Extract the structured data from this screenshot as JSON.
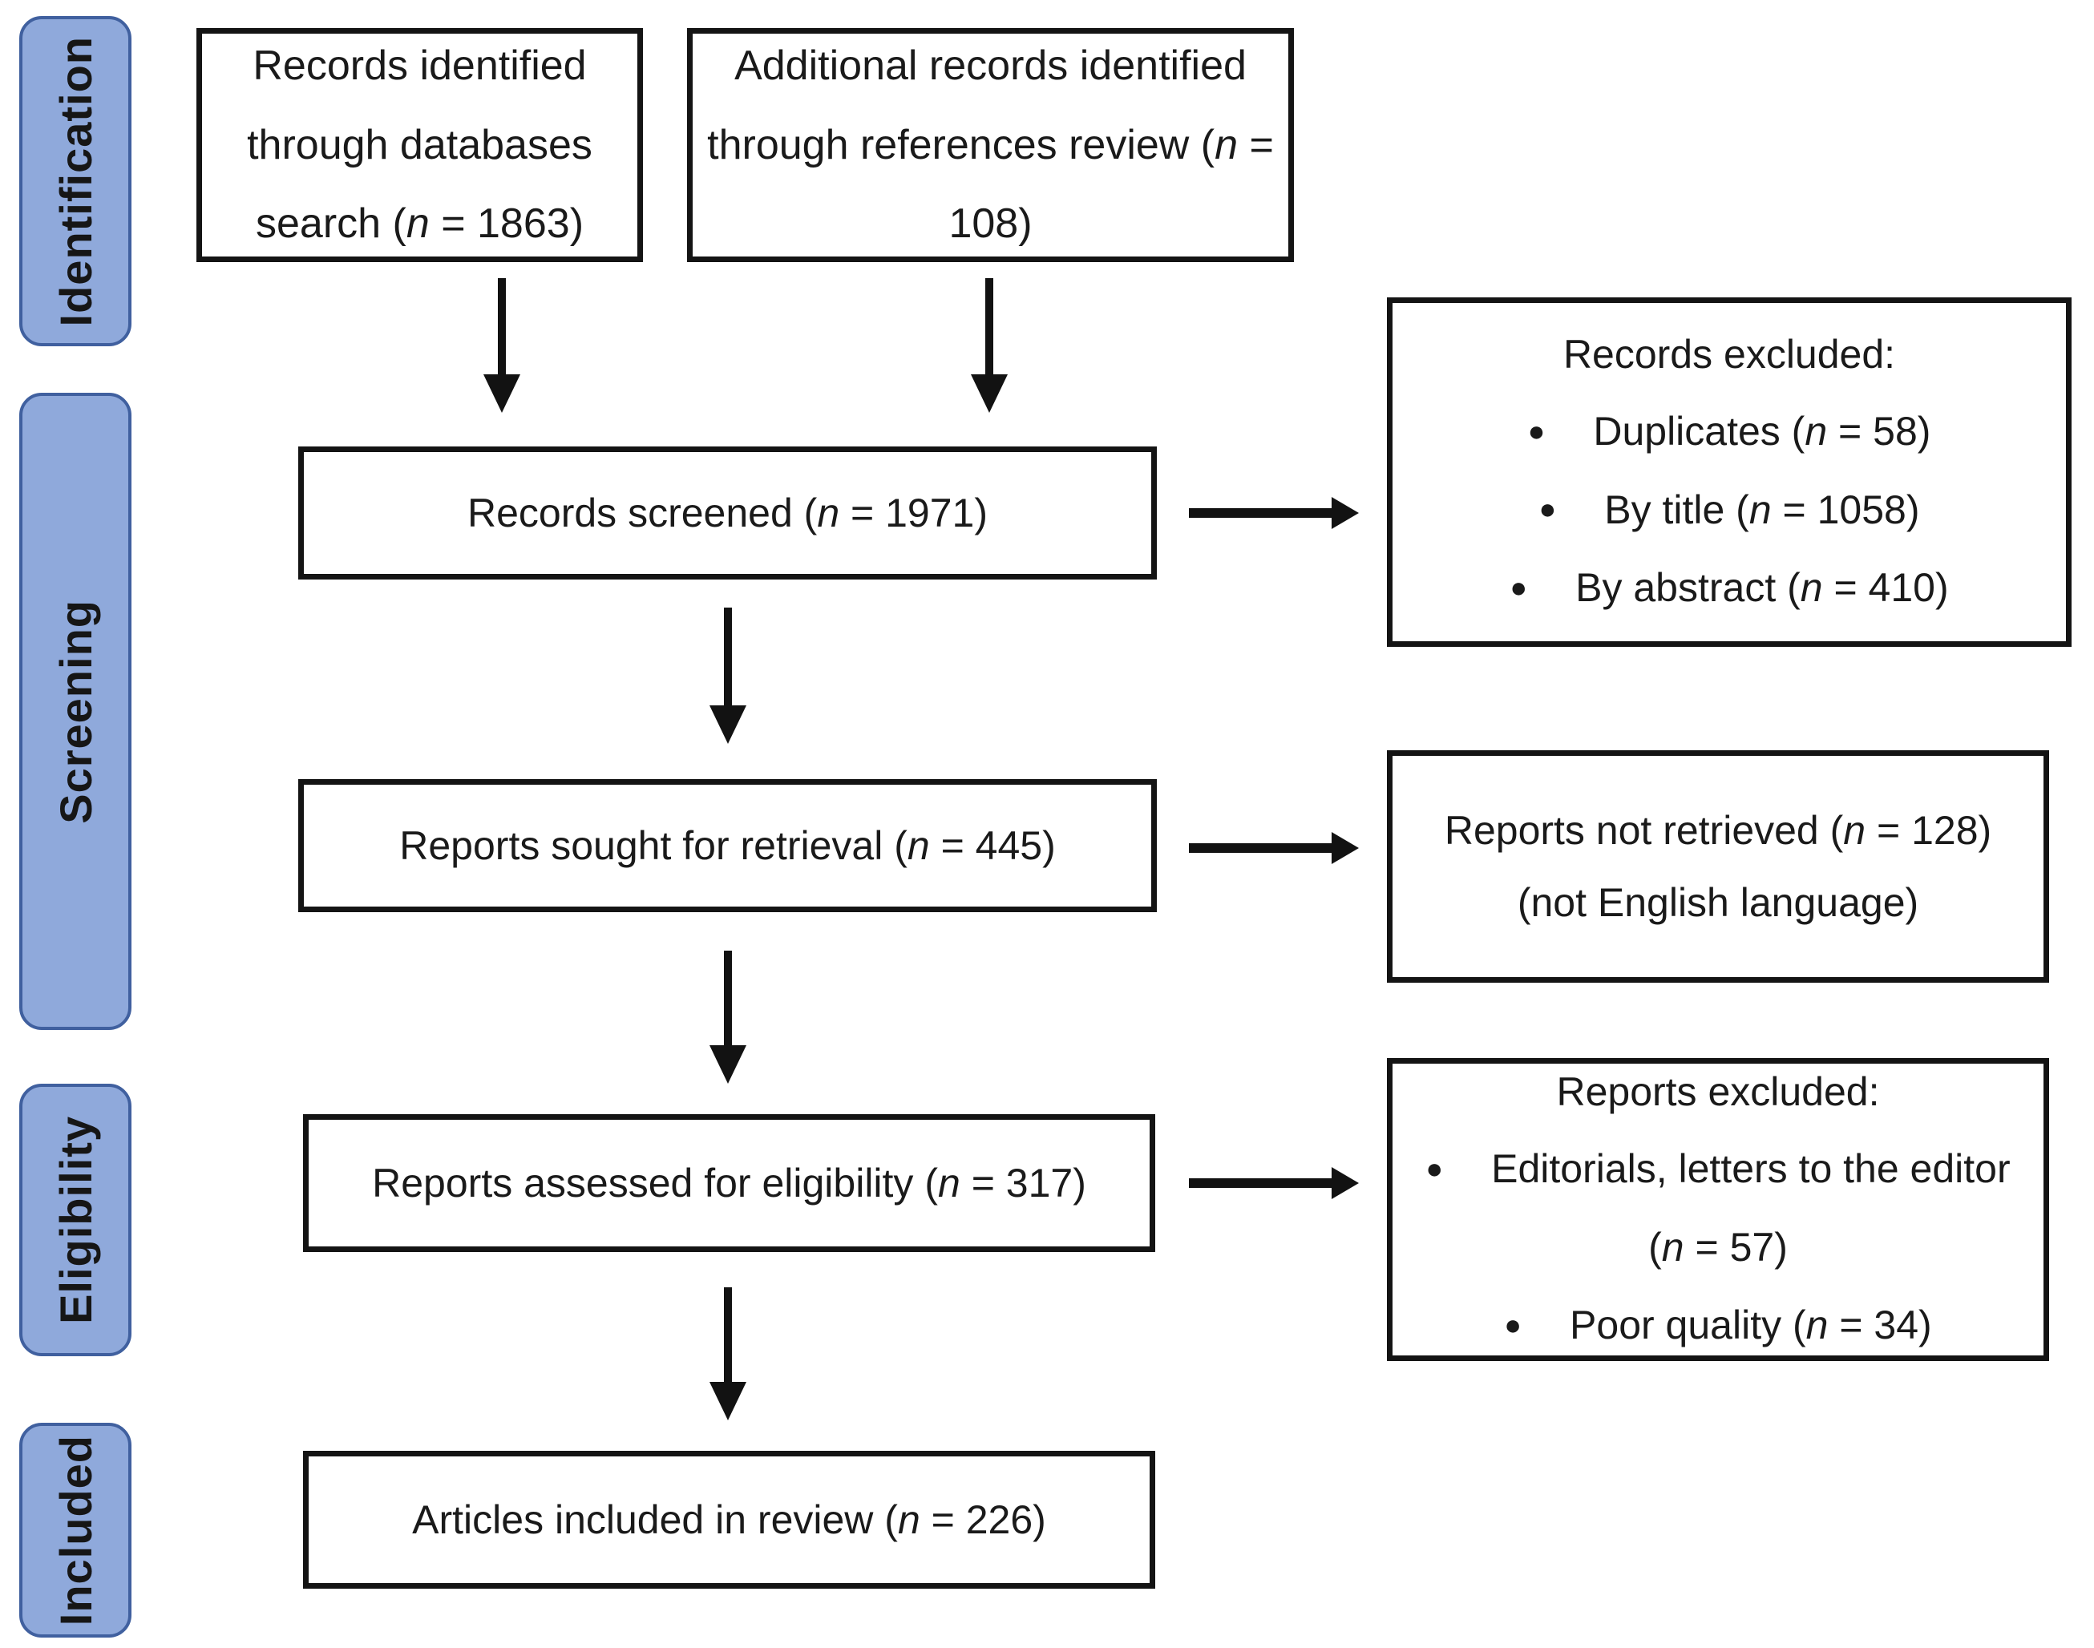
{
  "colors": {
    "sidebar_fill": "#8FA9DB",
    "sidebar_border": "#40609F",
    "box_border": "#141414"
  },
  "sidebar": [
    {
      "label": "Identification"
    },
    {
      "label": "Screening"
    },
    {
      "label": "Eligibility"
    },
    {
      "label": "Included"
    }
  ],
  "flow": {
    "identified": {
      "parts": [
        "Records identified through databases search (",
        "n",
        " = 1863)"
      ]
    },
    "additional": {
      "parts": [
        "Additional records identified through references review (",
        "n",
        " = 108)"
      ]
    },
    "screened": {
      "parts": [
        "Records screened (",
        "n",
        " = 1971)"
      ]
    },
    "sought": {
      "parts": [
        "Reports sought for retrieval (",
        "n",
        " = 445)"
      ]
    },
    "assessed": {
      "parts": [
        "Reports assessed for eligibility (",
        "n",
        " = 317)"
      ]
    },
    "included": {
      "parts": [
        "Articles included in review (",
        "n",
        " = 226)"
      ]
    }
  },
  "side_boxes": {
    "records_excluded": {
      "title": "Records excluded:",
      "items": [
        {
          "parts": [
            "Duplicates (",
            "n",
            " = 58)"
          ]
        },
        {
          "parts": [
            "By title (",
            "n",
            " = 1058)"
          ]
        },
        {
          "parts": [
            "By abstract (",
            "n",
            " = 410)"
          ]
        }
      ]
    },
    "not_retrieved": {
      "parts": [
        "Reports not retrieved (",
        "n",
        " = 128)"
      ],
      "line2": "(not English language)"
    },
    "reports_excluded": {
      "title": "Reports excluded:",
      "items": [
        {
          "parts": [
            "Editorials, letters to the editor (",
            "n",
            " = 57)"
          ]
        },
        {
          "parts": [
            "Poor quality (",
            "n",
            " = 34)"
          ]
        }
      ]
    }
  }
}
